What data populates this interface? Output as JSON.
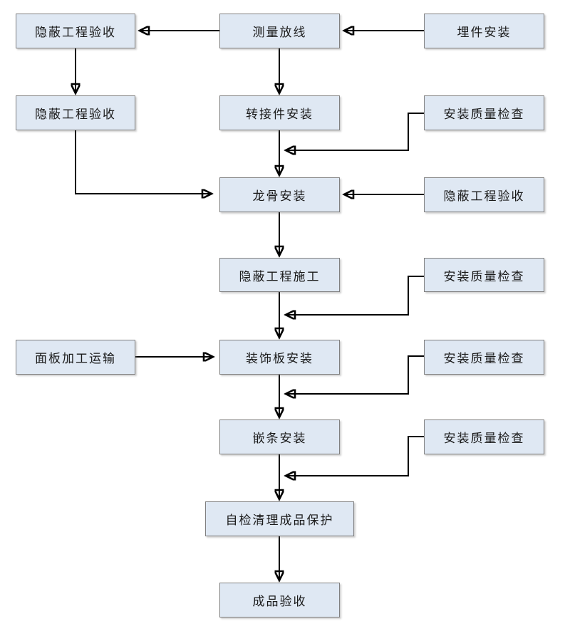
{
  "diagram": {
    "type": "flowchart",
    "description": "Construction process flow for panel/curtain installation",
    "colors": {
      "background": "#ffffff",
      "node_fill": "#dfe8f3",
      "node_border": "#808080",
      "connector": "#000000",
      "text": "#1a1a1a"
    }
  },
  "nodes": [
    {
      "id": "hidden-work-acceptance-1",
      "label": "隐蔽工程验收"
    },
    {
      "id": "measure-layout",
      "label": "测量放线"
    },
    {
      "id": "embedded-parts-install",
      "label": "埋件安装"
    },
    {
      "id": "hidden-work-acceptance-2",
      "label": "隐蔽工程验收"
    },
    {
      "id": "adapter-install",
      "label": "转接件安装"
    },
    {
      "id": "install-quality-check-1",
      "label": "安装质量检查"
    },
    {
      "id": "keel-install",
      "label": "龙骨安装"
    },
    {
      "id": "hidden-work-acceptance-3",
      "label": "隐蔽工程验收"
    },
    {
      "id": "hidden-work-construction",
      "label": "隐蔽工程施工"
    },
    {
      "id": "install-quality-check-2",
      "label": "安装质量检查"
    },
    {
      "id": "panel-processing-transport",
      "label": "面板加工运输"
    },
    {
      "id": "decorative-panel-install",
      "label": "装饰板安装"
    },
    {
      "id": "install-quality-check-3",
      "label": "安装质量检查"
    },
    {
      "id": "insert-strip-install",
      "label": "嵌条安装"
    },
    {
      "id": "install-quality-check-4",
      "label": "安装质量检查"
    },
    {
      "id": "self-check-cleanup-protection",
      "label": "自检清理成品保护"
    },
    {
      "id": "finished-product-acceptance",
      "label": "成品验收"
    }
  ],
  "edges": [
    {
      "from": "embedded-parts-install",
      "to": "measure-layout"
    },
    {
      "from": "measure-layout",
      "to": "hidden-work-acceptance-1"
    },
    {
      "from": "hidden-work-acceptance-1",
      "to": "hidden-work-acceptance-2"
    },
    {
      "from": "measure-layout",
      "to": "adapter-install"
    },
    {
      "from": "adapter-install",
      "to": "keel-install"
    },
    {
      "from": "install-quality-check-1",
      "to": "keel-install"
    },
    {
      "from": "hidden-work-acceptance-2",
      "to": "keel-install"
    },
    {
      "from": "hidden-work-acceptance-3",
      "to": "keel-install"
    },
    {
      "from": "keel-install",
      "to": "hidden-work-construction"
    },
    {
      "from": "hidden-work-construction",
      "to": "decorative-panel-install"
    },
    {
      "from": "install-quality-check-2",
      "to": "decorative-panel-install"
    },
    {
      "from": "panel-processing-transport",
      "to": "decorative-panel-install"
    },
    {
      "from": "decorative-panel-install",
      "to": "insert-strip-install"
    },
    {
      "from": "install-quality-check-3",
      "to": "insert-strip-install"
    },
    {
      "from": "insert-strip-install",
      "to": "self-check-cleanup-protection"
    },
    {
      "from": "install-quality-check-4",
      "to": "self-check-cleanup-protection"
    },
    {
      "from": "self-check-cleanup-protection",
      "to": "finished-product-acceptance"
    }
  ]
}
